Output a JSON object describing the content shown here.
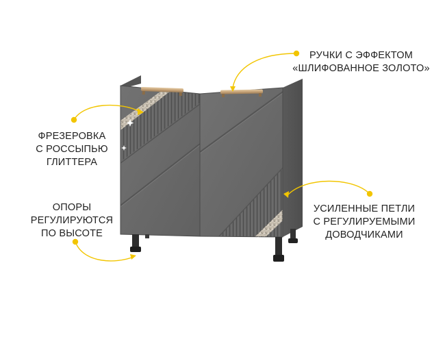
{
  "colors": {
    "accent": "#f2c500",
    "cabinet_front": "#6b6b6b",
    "cabinet_side": "#5c5c5c",
    "handle_gold": "#c9a77a"
  },
  "callouts": {
    "handles": {
      "lines": [
        "РУЧКИ С ЭФФЕКТОМ",
        "«ШЛИФОВАННОЕ ЗОЛОТО»"
      ]
    },
    "milling": {
      "lines": [
        "ФРЕЗЕРОВКА",
        "С РОССЫПЬЮ",
        "ГЛИТТЕРА"
      ]
    },
    "legs": {
      "lines": [
        "ОПОРЫ",
        "РЕГУЛИРУЮТСЯ",
        "ПО ВЫСОТЕ"
      ]
    },
    "hinges": {
      "lines": [
        "УСИЛЕННЫЕ ПЕТЛИ",
        "С РЕГУЛИРУЕМЫМИ",
        "ДОВОДЧИКАМИ"
      ]
    }
  }
}
